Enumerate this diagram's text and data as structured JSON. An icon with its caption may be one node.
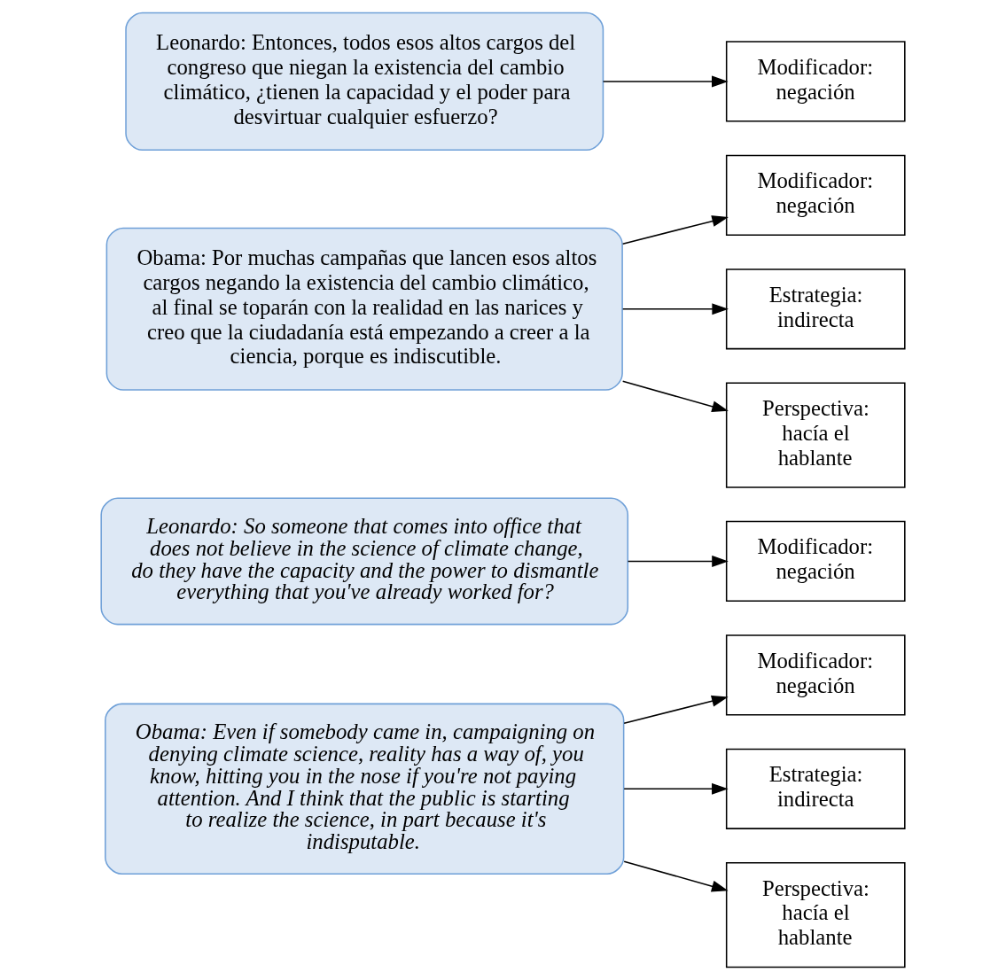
{
  "diagram": {
    "nodes": [
      {
        "text": [
          "Leonardo: Entonces, todos esos altos cargos del congreso que niegan la existencia del cambio climático, ¿tienen la capacidad y el poder para desvirtuar cualquier esfuerzo?"
        ]
      },
      {
        "text": [
          "Modificador: negación"
        ]
      },
      {
        "text": [
          "Obama: Por muchas campañas que lancen esos altos cargos negando la existencia del cambio climático, al final se toparán con la realidad en las narices y creo que la ciudadanía está empezando a creer a la ciencia, porque es indiscutible."
        ]
      },
      {
        "text": [
          "Modificador: negación"
        ]
      },
      {
        "text": [
          "Estrategia: indirecta"
        ]
      },
      {
        "text": [
          "Perspectiva: hacía el hablante"
        ]
      },
      {
        "text": [
          "Leonardo: So someone that comes into office that does not believe in the science of climate change, do they have the capacity and the power to dismantle everything that you've already worked for?"
        ]
      },
      {
        "text": [
          "Modificador: negación"
        ]
      },
      {
        "text": [
          "Obama: Even if somebody came in, campaigning on denying climate science, reality has a way of, you know, hitting you in the nose if you're not paying attention. And I think that the public is starting to realize the science, in part because it's indisputable."
        ]
      },
      {
        "text": [
          "Modificador: negación"
        ]
      },
      {
        "text": [
          "Estrategia: indirecta"
        ]
      },
      {
        "text": [
          "Perspectiva: hacía el hablante"
        ]
      }
    ],
    "edges": [
      {
        "from": 0,
        "to": 1,
        "arrow": "to"
      },
      {
        "from": 2,
        "to": 3,
        "arrow": "to"
      },
      {
        "from": 2,
        "to": 4,
        "arrow": "to"
      },
      {
        "from": 2,
        "to": 5,
        "arrow": "to"
      },
      {
        "from": 6,
        "to": 7,
        "arrow": "to"
      },
      {
        "from": 8,
        "to": 9,
        "arrow": "to"
      },
      {
        "from": 8,
        "to": 10,
        "arrow": "to"
      },
      {
        "from": 8,
        "to": 11,
        "arrow": "to"
      }
    ]
  }
}
